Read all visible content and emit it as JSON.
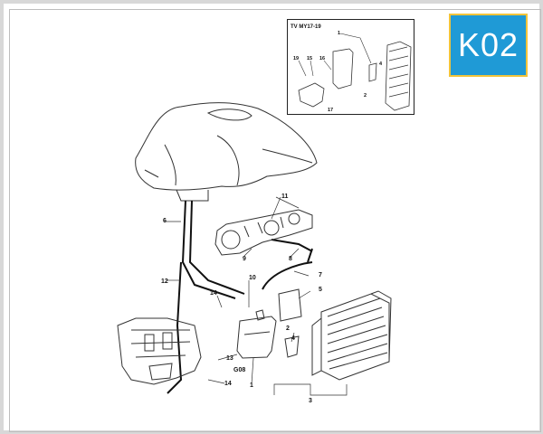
{
  "badge": {
    "code": "K02",
    "background": "#1f9ad6",
    "border": "#f2c43a"
  },
  "inset": {
    "title": "TV MY17-19",
    "callouts": [
      "1",
      "19",
      "15",
      "16",
      "4",
      "2",
      "17"
    ]
  },
  "callouts": {
    "c1": "1",
    "c2": "2",
    "c3": "3",
    "c4": "4",
    "c5": "5",
    "c6": "6",
    "c7": "7",
    "c8": "8",
    "c9": "9",
    "c10": "10",
    "c11": "11",
    "c12": "12",
    "c13": "13",
    "c14a": "14",
    "c14b": "14",
    "g08": "G08"
  }
}
